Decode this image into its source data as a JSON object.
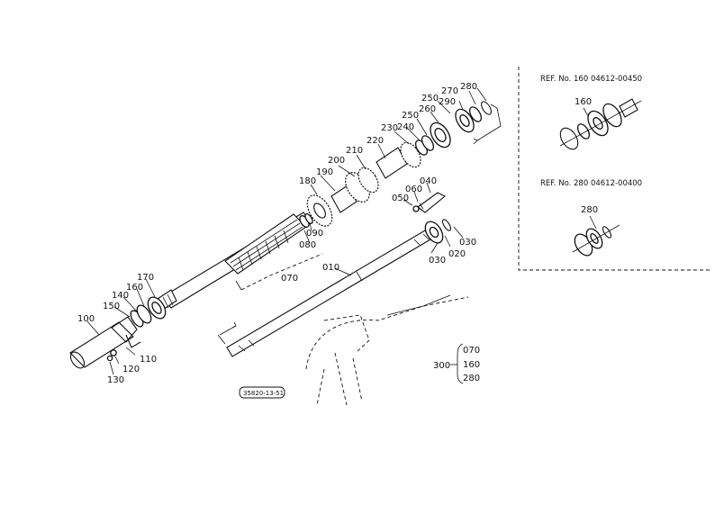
{
  "labels": {
    "p010": "010",
    "p020": "020",
    "p030a": "030",
    "p030b": "030",
    "p040": "040",
    "p050": "050",
    "p060": "060",
    "p070": "070",
    "p080": "080",
    "p090": "090",
    "p100": "100",
    "p110": "110",
    "p120": "120",
    "p130": "130",
    "p140": "140",
    "p150": "150",
    "p160": "160",
    "p170": "170",
    "p180": "180",
    "p190": "190",
    "p200": "200",
    "p210": "210",
    "p220": "220",
    "p230": "230",
    "p240": "240",
    "p250a": "250",
    "p250b": "250",
    "p260": "260",
    "p270": "270",
    "p280": "280",
    "p290": "290"
  },
  "ref_box": {
    "ref1_title": "REF. No. 160 04612-00450",
    "ref1_label": "160",
    "ref2_title": "REF. No. 280 04612-00400",
    "ref2_label": "280"
  },
  "assembly": {
    "main": "300",
    "items": [
      "070",
      "160",
      "280"
    ]
  },
  "drawing_code": "35820-13-51"
}
